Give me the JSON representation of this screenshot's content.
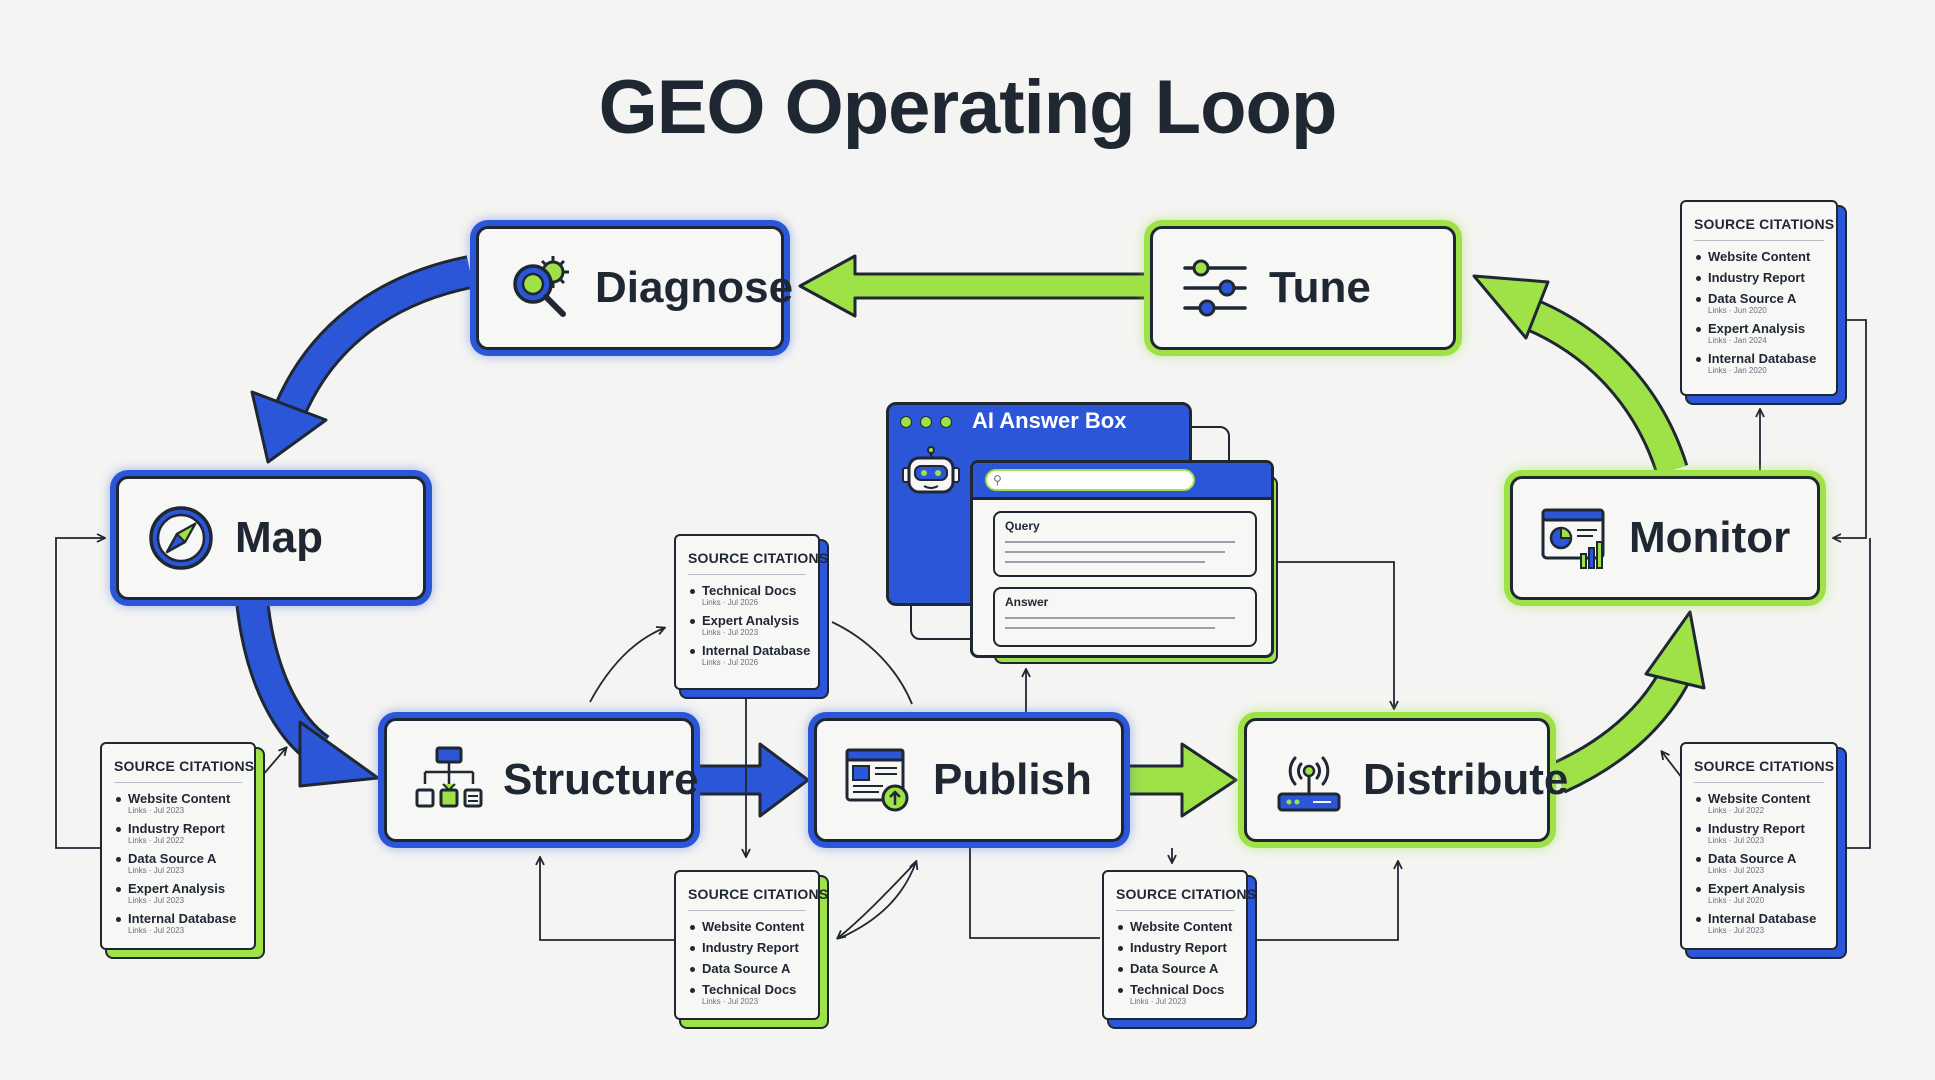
{
  "title": "GEO Operating Loop",
  "stages": {
    "diagnose": "Diagnose",
    "tune": "Tune",
    "map": "Map",
    "monitor": "Monitor",
    "structure": "Structure",
    "publish": "Publish",
    "distribute": "Distribute"
  },
  "ai_box": {
    "title": "AI Answer Box",
    "query_label": "Query",
    "answer_label": "Answer"
  },
  "cards": {
    "top_right": {
      "title": "SOURCE CITATIONS",
      "items": [
        {
          "label": "Website Content",
          "meta": ""
        },
        {
          "label": "Industry Report",
          "meta": ""
        },
        {
          "label": "Data Source A",
          "meta": "Links · Jun 2020"
        },
        {
          "label": "Expert Analysis",
          "meta": "Links · Jan 2024"
        },
        {
          "label": "Internal Database",
          "meta": "Links · Jan 2020"
        }
      ]
    },
    "center_top": {
      "title": "SOURCE CITATIONS",
      "items": [
        {
          "label": "Technical Docs",
          "meta": "Links · Jul 2026"
        },
        {
          "label": "Expert Analysis",
          "meta": "Links · Jul 2023"
        },
        {
          "label": "Internal Database",
          "meta": "Links · Jul 2026"
        }
      ]
    },
    "left": {
      "title": "SOURCE CITATIONS",
      "items": [
        {
          "label": "Website Content",
          "meta": "Links · Jul 2023"
        },
        {
          "label": "Industry Report",
          "meta": "Links · Jul 2022"
        },
        {
          "label": "Data Source A",
          "meta": "Links · Jul 2023"
        },
        {
          "label": "Expert Analysis",
          "meta": "Links · Jul 2023"
        },
        {
          "label": "Internal Database",
          "meta": "Links · Jul 2023"
        }
      ]
    },
    "bottom_center": {
      "title": "SOURCE CITATIONS",
      "items": [
        {
          "label": "Website Content",
          "meta": ""
        },
        {
          "label": "Industry Report",
          "meta": ""
        },
        {
          "label": "Data Source A",
          "meta": ""
        },
        {
          "label": "Technical Docs",
          "meta": "Links · Jul 2023"
        }
      ]
    },
    "bottom_right": {
      "title": "SOURCE CITATIONS",
      "items": [
        {
          "label": "Website Content",
          "meta": ""
        },
        {
          "label": "Industry Report",
          "meta": ""
        },
        {
          "label": "Data Source A",
          "meta": ""
        },
        {
          "label": "Technical Docs",
          "meta": "Links · Jul 2023"
        }
      ]
    },
    "far_right": {
      "title": "SOURCE CITATIONS",
      "items": [
        {
          "label": "Website Content",
          "meta": "Links · Jul 2022"
        },
        {
          "label": "Industry Report",
          "meta": "Links · Jul 2023"
        },
        {
          "label": "Data Source A",
          "meta": "Links · Jul 2023"
        },
        {
          "label": "Expert Analysis",
          "meta": "Links · Jul 2020"
        },
        {
          "label": "Internal Database",
          "meta": "Links · Jul 2023"
        }
      ]
    }
  },
  "colors": {
    "blue": "#2b56d8",
    "green": "#9ee247",
    "ink": "#1f2733",
    "paper": "#f4f4f2"
  }
}
